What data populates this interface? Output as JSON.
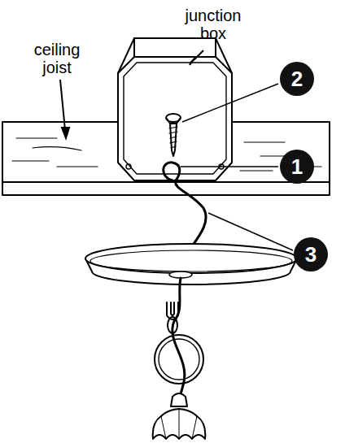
{
  "diagram": {
    "nodes": [
      {
        "text": [
          "2"
        ]
      },
      {
        "text": [
          "1"
        ]
      },
      {
        "text": [
          "3"
        ]
      }
    ],
    "labels": [
      "junction box",
      "ceiling joist"
    ]
  }
}
